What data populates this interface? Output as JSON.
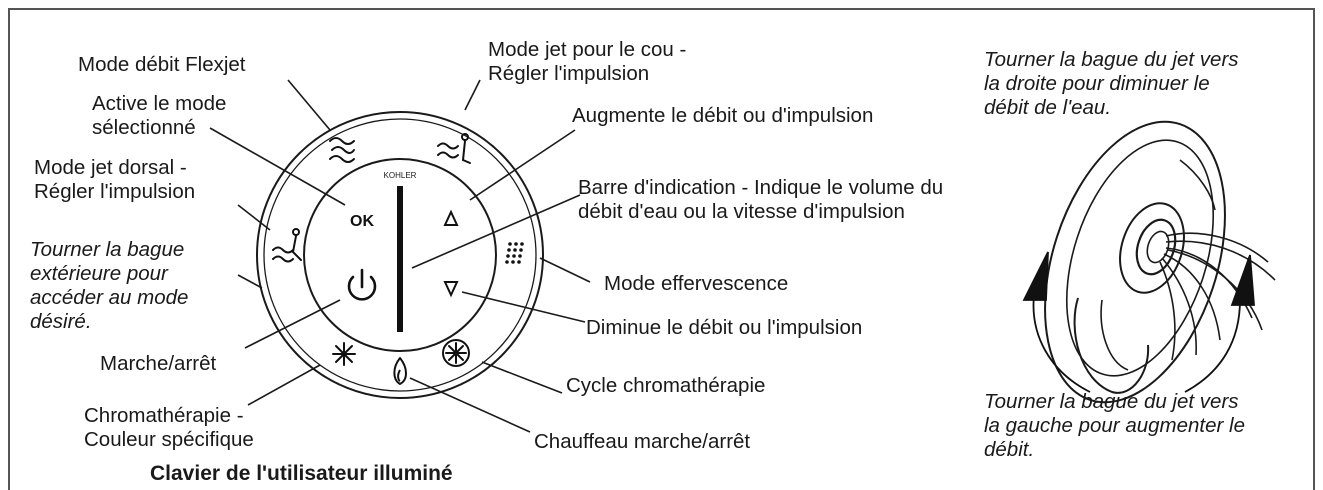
{
  "labels": {
    "flexjet": "Mode débit Flexjet",
    "active_line1": "Active le mode",
    "active_line2": "sélectionné",
    "dorsal_line1": "Mode jet dorsal -",
    "dorsal_line2": "Régler l'impulsion",
    "tourner_ext_line1": "Tourner la bague",
    "tourner_ext_line2": "extérieure pour",
    "tourner_ext_line3": "accéder au mode",
    "tourner_ext_line4": "désiré.",
    "marche": "Marche/arrêt",
    "chroma_line1": "Chromathérapie -",
    "chroma_line2": "Couleur spécifique",
    "cou_line1": "Mode jet pour le cou -",
    "cou_line2": "Régler l'impulsion",
    "augmente": "Augmente le débit ou d'impulsion",
    "barre_line1": "Barre d'indication - Indique le volume du",
    "barre_line2": "débit d'eau ou la vitesse d'impulsion",
    "effervescence": "Mode effervescence",
    "diminue": "Diminue le débit ou l'impulsion",
    "cycle": "Cycle chromathérapie",
    "chauffeau": "Chauffeau marche/arrêt",
    "droite_line1": "Tourner la bague du jet vers",
    "droite_line2": "la droite pour diminuer le",
    "droite_line3": "débit de l'eau.",
    "gauche_line1": "Tourner la bague du jet vers",
    "gauche_line2": "la gauche pour augmenter le",
    "gauche_line3": "débit."
  },
  "keypad": {
    "brand": "KOHLER",
    "ok": "OK"
  },
  "caption": "Clavier de l'utilisateur illuminé"
}
